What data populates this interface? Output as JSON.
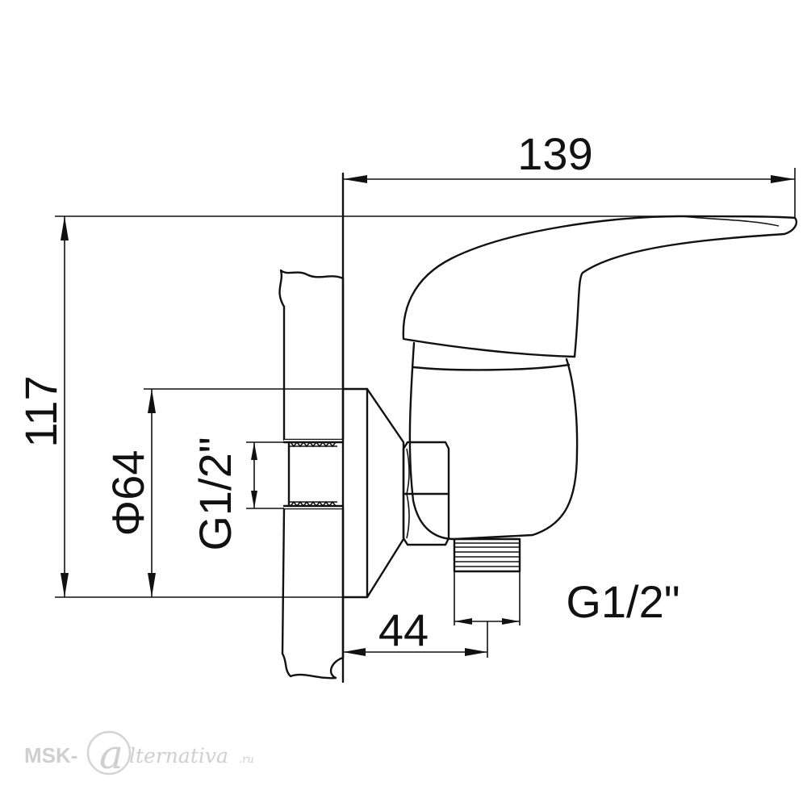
{
  "dimensions": {
    "width": "139",
    "height": "117",
    "flange_diameter": "Φ64",
    "inlet_thread": "G1/2\"",
    "outlet_thread": "G1/2\"",
    "outlet_offset": "44"
  },
  "watermark": {
    "prefix": "MSK-",
    "letter": "a",
    "suffix": "lternativa",
    "domain": ".ru"
  }
}
